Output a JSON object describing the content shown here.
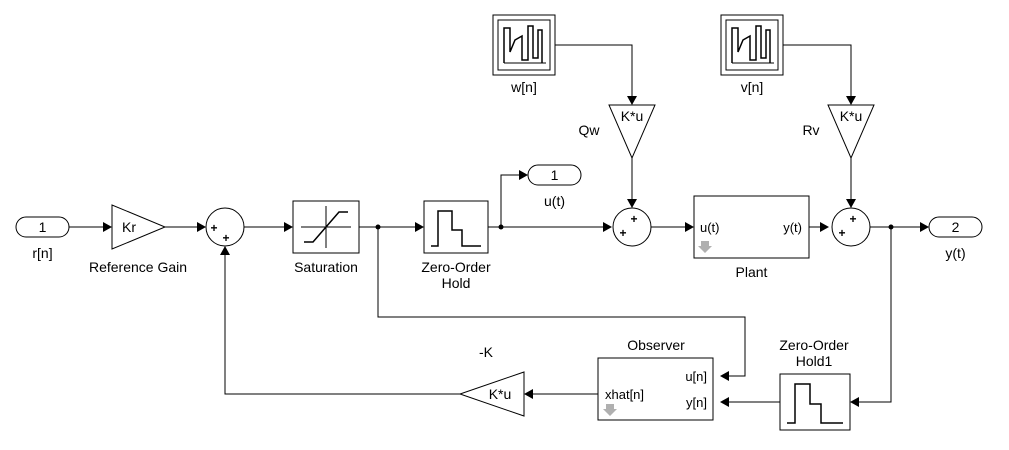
{
  "blocks": {
    "in_r": {
      "port_number": "1",
      "label": "r[n]"
    },
    "kr": {
      "text": "Kr",
      "label": "Reference Gain"
    },
    "sum1": {
      "signs": [
        "+",
        "+"
      ]
    },
    "sat": {
      "label": "Saturation"
    },
    "zoh": {
      "label_line1": "Zero-Order",
      "label_line2": "Hold"
    },
    "out_u": {
      "port_number": "1",
      "label": "u(t)"
    },
    "w": {
      "label": "w[n]"
    },
    "qw": {
      "text": "K*u",
      "label": "Qw"
    },
    "sum2": {
      "signs": [
        "+",
        "+"
      ]
    },
    "plant": {
      "port_in": "u(t)",
      "port_out": "y(t)",
      "label": "Plant"
    },
    "v": {
      "label": "v[n]"
    },
    "rv": {
      "text": "K*u",
      "label": "Rv"
    },
    "sum3": {
      "signs": [
        "+",
        "+"
      ]
    },
    "out_y": {
      "port_number": "2",
      "label": "y(t)"
    },
    "observer": {
      "label": "Observer",
      "port_in1": "u[n]",
      "port_in2": "y[n]",
      "port_out": "xhat[n]"
    },
    "zoh1": {
      "label_line1": "Zero-Order",
      "label_line2": "Hold1"
    },
    "k": {
      "text": "K*u",
      "label": "-K"
    }
  },
  "colors": {
    "line": "#000000",
    "background": "#ffffff",
    "port_marker": "#b0b0b0"
  }
}
